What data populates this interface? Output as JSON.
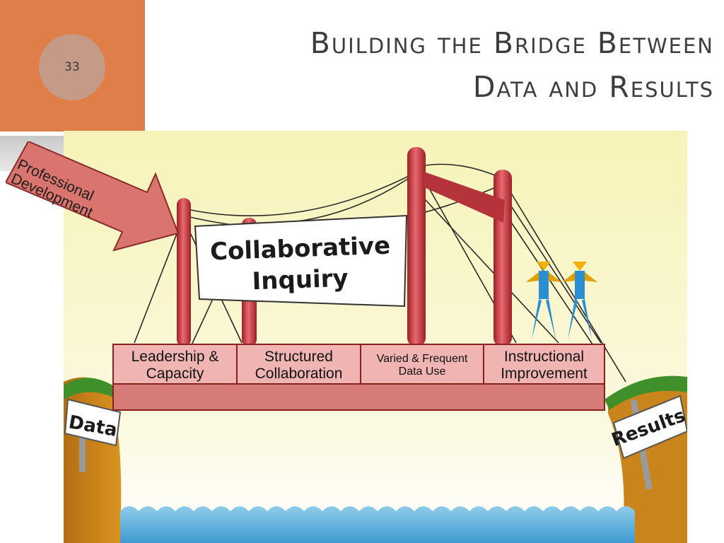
{
  "slide": {
    "number": "33",
    "title_line1": "Building the Bridge Between",
    "title_line2": "Data and Results"
  },
  "diagram": {
    "arrow_label_line1": "Professional",
    "arrow_label_line2": "Development",
    "banner_line1": "Collaborative",
    "banner_line2": "Inquiry",
    "pillars": [
      {
        "line1": "Leadership &",
        "line2": "Capacity"
      },
      {
        "line1": "Structured",
        "line2": "Collaboration"
      },
      {
        "line1": "Varied & Frequent",
        "line2": "Data Use"
      },
      {
        "line1": "Instructional",
        "line2": "Improvement"
      }
    ],
    "left_sign": "Data",
    "right_sign": "Results"
  },
  "colors": {
    "accent_orange": "#e07e4a",
    "bridge_red": "#c0393f",
    "sky_yellow": "#faf7c7",
    "water_blue": "#6fb8e0"
  }
}
